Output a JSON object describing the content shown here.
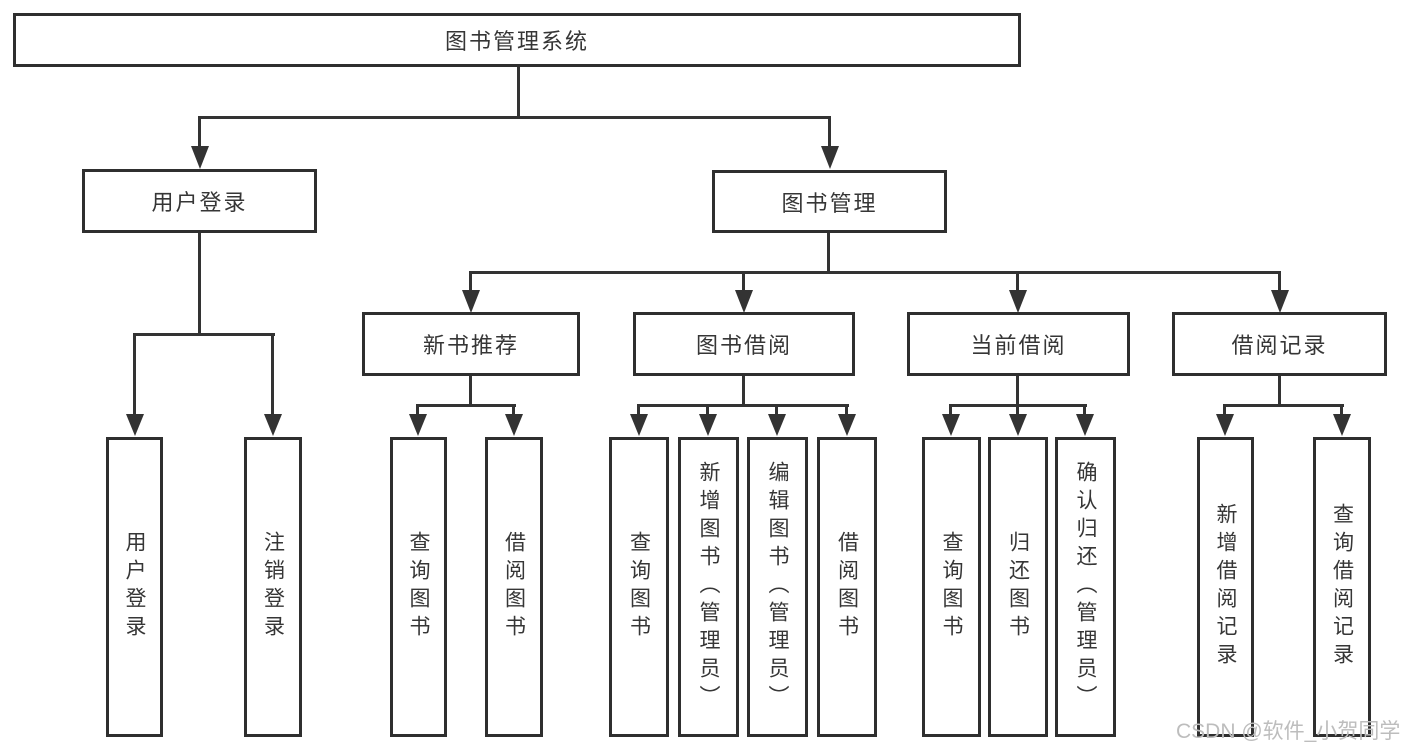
{
  "tree": {
    "root": "图书管理系统",
    "children": [
      {
        "label": "用户登录",
        "children": [
          "用户登录",
          "注销登录"
        ]
      },
      {
        "label": "图书管理",
        "children": [
          {
            "label": "新书推荐",
            "children": [
              "查询图书",
              "借阅图书"
            ]
          },
          {
            "label": "图书借阅",
            "children": [
              "查询图书",
              "新增图书（管理员）",
              "编辑图书（管理员）",
              "借阅图书"
            ]
          },
          {
            "label": "当前借阅",
            "children": [
              "查询图书",
              "归还图书",
              "确认归还（管理员）"
            ]
          },
          {
            "label": "借阅记录",
            "children": [
              "新增借阅记录",
              "查询借阅记录"
            ]
          }
        ]
      }
    ]
  },
  "watermark": {
    "text": "CSDN @软件_小贺同学"
  },
  "colors": {
    "line": "#333333",
    "border": "#2f2f2f",
    "text": "#363636",
    "watermark": "#bdbdbd",
    "bg": "#ffffff"
  }
}
